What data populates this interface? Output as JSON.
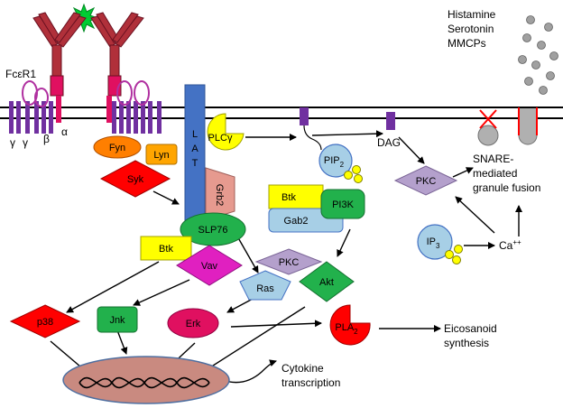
{
  "receptor": {
    "name": "FcεR1",
    "subunits": {
      "gamma1": "γ",
      "gamma2": "γ",
      "beta": "β",
      "alpha": "α"
    }
  },
  "membrane_lipids": {
    "dag": "DAG"
  },
  "mediators": [
    "Histamine",
    "Serotonin",
    "MMCPs"
  ],
  "nodes": {
    "lat": [
      "L",
      "A",
      "T"
    ],
    "fyn": "Fyn",
    "lyn": "Lyn",
    "syk": "Syk",
    "plcg": "PLCγ",
    "grb2": "Grb2",
    "slp76": "SLP76",
    "btk_left": "Btk",
    "vav": "Vav",
    "btk_right": "Btk",
    "pi3k": "PI3K",
    "gab2": "Gab2",
    "pkc_mid": "PKC",
    "ras": "Ras",
    "akt": "Akt",
    "p38": "p38",
    "jnk": "Jnk",
    "erk": "Erk",
    "pkc_top": "PKC",
    "pip2": {
      "main": "PIP",
      "sub": "2"
    },
    "ip3": {
      "main": "IP",
      "sub": "3"
    },
    "ca": {
      "main": "Ca",
      "sup": "++"
    },
    "pla2": {
      "main": "PLA",
      "sub": "2"
    }
  },
  "outcomes": {
    "snare": [
      "SNARE-",
      "mediated",
      "granule fusion"
    ],
    "eicosanoid": [
      "Eicosanoid",
      "synthesis"
    ],
    "cytokine": [
      "Cytokine",
      "transcription"
    ]
  },
  "colors": {
    "green": "#22B14C",
    "red": "#FF0000",
    "yellow": "#FFFF00",
    "orange": "#FF7F00",
    "magenta": "#E020C0",
    "lightblue": "#A7CFE6",
    "blue": "#4472C4",
    "lavender": "#B4A0CC",
    "pink": "#E69A8F",
    "crimson": "#CC1040",
    "purple": "#7030A0",
    "nucleus": "#C98A80"
  }
}
